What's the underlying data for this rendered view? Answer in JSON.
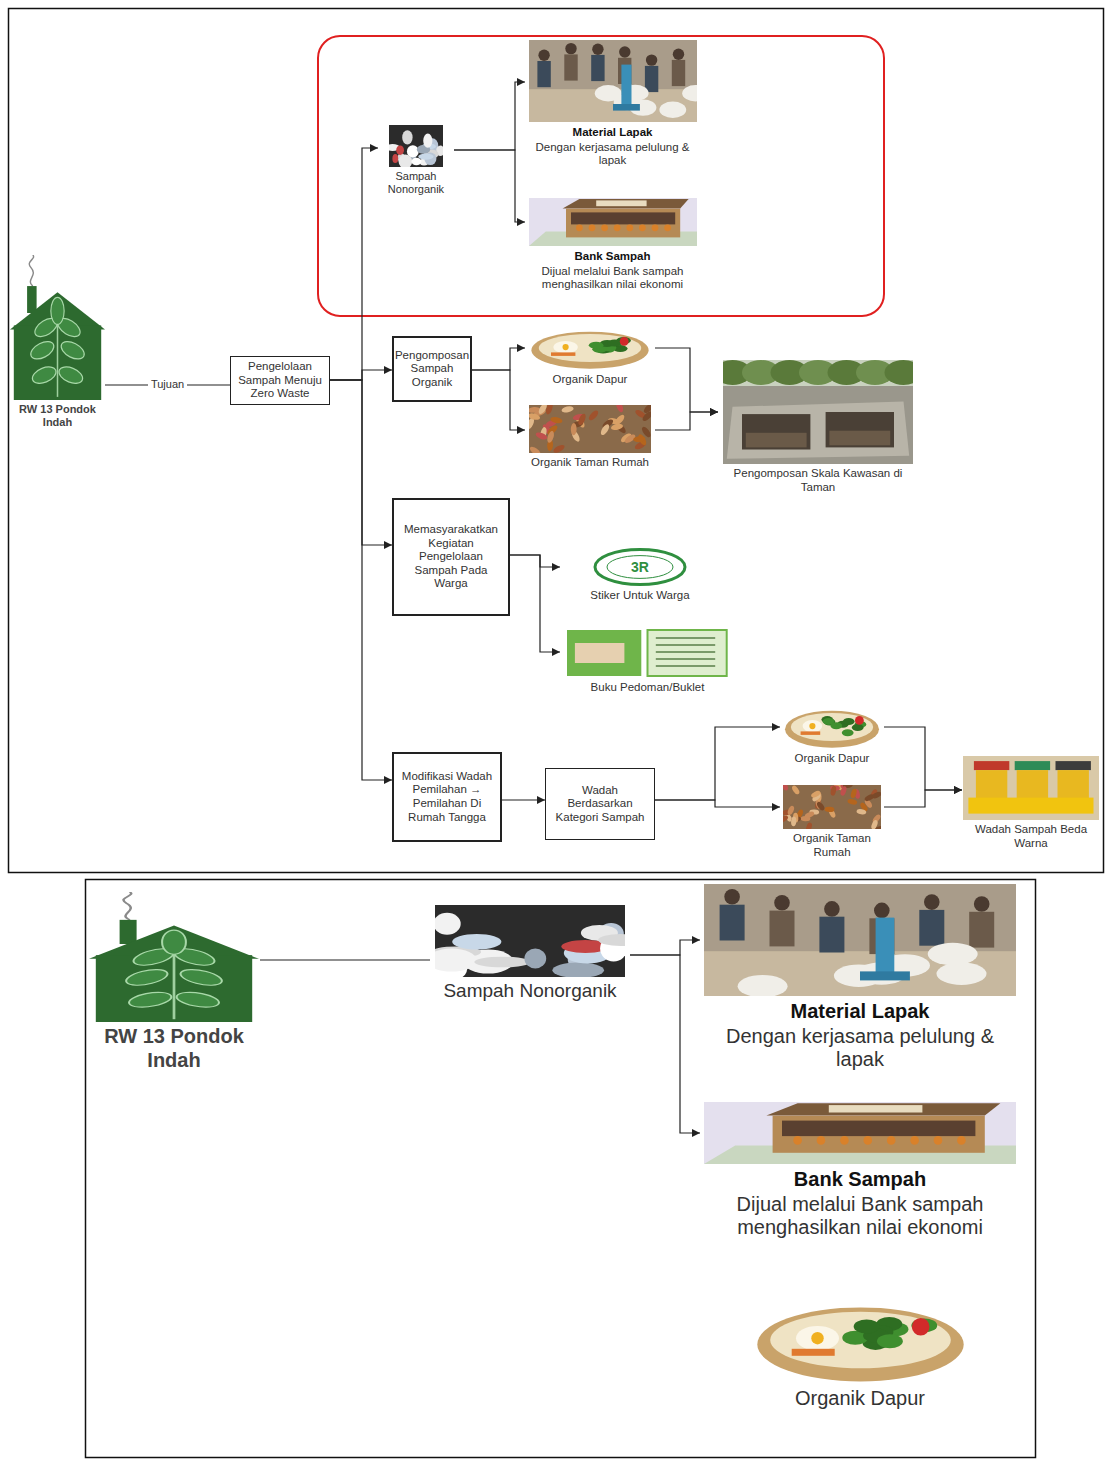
{
  "diagram": {
    "nodes": [
      {
        "text": [
          "RW 13 Pondok Indah"
        ]
      },
      {
        "text": [
          "Pengelolaan Sampah Menuju Zero Waste"
        ]
      },
      {
        "text": [
          "Sampah Nonorganik"
        ]
      },
      {
        "text": [
          "Material Lapak",
          "Dengan kerjasama pelulung & lapak"
        ]
      },
      {
        "text": [
          "Bank Sampah",
          "Dijual melalui Bank sampah menghasilkan nilai ekonomi"
        ]
      },
      {
        "text": [
          "Pengomposan Sampah Organik"
        ]
      },
      {
        "text": [
          "Organik Dapur"
        ]
      },
      {
        "text": [
          "Organik Taman Rumah"
        ]
      },
      {
        "text": [
          "Pengomposan Skala Kawasan di Taman"
        ]
      },
      {
        "text": [
          "Memasyarakatkan Kegiatan Pengelolaan Sampah Pada Warga"
        ]
      },
      {
        "text": [
          "Stiker Untuk Warga"
        ]
      },
      {
        "text": [
          "Buku Pedoman/Buklet"
        ]
      },
      {
        "text": [
          "Modifikasi Wadah Pemilahan → Pemilahan Di Rumah Tangga"
        ]
      },
      {
        "text": [
          "Wadah Berdasarkan Kategori Sampah"
        ]
      },
      {
        "text": [
          "Organik Dapur"
        ]
      },
      {
        "text": [
          "Organik Taman Rumah"
        ]
      },
      {
        "text": [
          "Wadah Sampah Beda Warna"
        ]
      },
      {
        "text": [
          "RW 13 Pondok Indah"
        ]
      },
      {
        "text": [
          "Sampah Nonorganik"
        ]
      },
      {
        "text": [
          "Material Lapak",
          "Dengan kerjasama pelulung & lapak"
        ]
      },
      {
        "text": [
          "Bank Sampah",
          "Dijual melalui Bank sampah menghasilkan nilai ekonomi"
        ]
      },
      {
        "text": [
          "Organik Dapur"
        ]
      }
    ],
    "edges": [
      {
        "from": 0,
        "to": 1,
        "label": "Tujuan",
        "arrow": "none"
      },
      {
        "from": 1,
        "to": 2,
        "arrow": "to"
      },
      {
        "from": 1,
        "to": 5,
        "arrow": "to"
      },
      {
        "from": 1,
        "to": 9,
        "arrow": "to"
      },
      {
        "from": 1,
        "to": 12,
        "arrow": "to"
      },
      {
        "from": 2,
        "to": 3,
        "arrow": "to"
      },
      {
        "from": 2,
        "to": 4,
        "arrow": "to"
      },
      {
        "from": 5,
        "to": 6,
        "arrow": "to"
      },
      {
        "from": 5,
        "to": 7,
        "arrow": "to"
      },
      {
        "from": 6,
        "to": 8,
        "arrow": "to"
      },
      {
        "from": 7,
        "to": 8,
        "arrow": "to"
      },
      {
        "from": 9,
        "to": 10,
        "arrow": "to"
      },
      {
        "from": 9,
        "to": 11,
        "arrow": "to"
      },
      {
        "from": 12,
        "to": 13,
        "arrow": "to"
      },
      {
        "from": 13,
        "to": 14,
        "arrow": "to"
      },
      {
        "from": 13,
        "to": 15,
        "arrow": "to"
      },
      {
        "from": 14,
        "to": 16,
        "arrow": "to"
      },
      {
        "from": 15,
        "to": 16,
        "arrow": "to"
      },
      {
        "from": 17,
        "to": 18,
        "arrow": "none"
      },
      {
        "from": 18,
        "to": 19,
        "arrow": "to"
      },
      {
        "from": 18,
        "to": 20,
        "arrow": "to"
      }
    ],
    "labels": [
      "3R"
    ]
  }
}
